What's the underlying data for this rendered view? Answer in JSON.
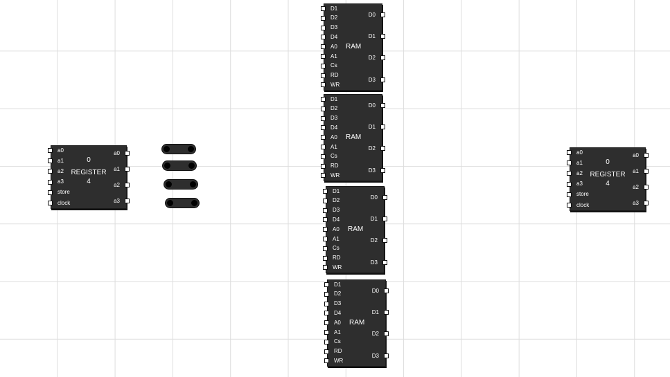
{
  "ram_chips": [
    {
      "title": "RAM",
      "inputs": [
        "D1",
        "D2",
        "D3",
        "D4",
        "A0",
        "A1",
        "Cs",
        "RD",
        "WR"
      ],
      "outputs": [
        "D0",
        "D1",
        "D2",
        "D3"
      ]
    },
    {
      "title": "RAM",
      "inputs": [
        "D1",
        "D2",
        "D3",
        "D4",
        "A0",
        "A1",
        "Cs",
        "RD",
        "WR"
      ],
      "outputs": [
        "D0",
        "D1",
        "D2",
        "D3"
      ]
    },
    {
      "title": "RAM",
      "inputs": [
        "D1",
        "D2",
        "D3",
        "D4",
        "A0",
        "A1",
        "Cs",
        "RD",
        "WR"
      ],
      "outputs": [
        "D0",
        "D1",
        "D2",
        "D3"
      ]
    },
    {
      "title": "RAM",
      "inputs": [
        "D1",
        "D2",
        "D3",
        "D4",
        "A0",
        "A1",
        "Cs",
        "RD",
        "WR"
      ],
      "outputs": [
        "D0",
        "D1",
        "D2",
        "D3"
      ]
    }
  ],
  "registers": [
    {
      "value": "0",
      "title": "REGISTER",
      "bits": "4",
      "inputs": [
        "a0",
        "a1",
        "a2",
        "a3",
        "store",
        "clock"
      ],
      "outputs": [
        "a0",
        "a1",
        "a2",
        "a3"
      ]
    },
    {
      "value": "0",
      "title": "REGISTER",
      "bits": "4",
      "inputs": [
        "a0",
        "a1",
        "a2",
        "a3",
        "store",
        "clock"
      ],
      "outputs": [
        "a0",
        "a1",
        "a2",
        "a3"
      ]
    }
  ],
  "connectors": [
    {
      "id": "wire-connector-1"
    },
    {
      "id": "wire-connector-2"
    },
    {
      "id": "wire-connector-3"
    },
    {
      "id": "wire-connector-4"
    }
  ]
}
